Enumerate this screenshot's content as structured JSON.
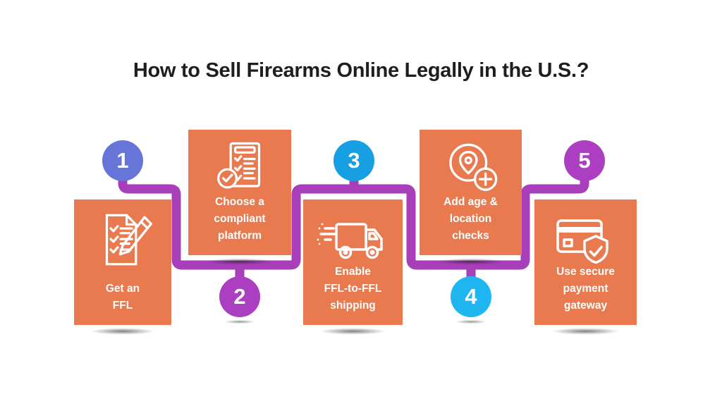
{
  "title": "How to Sell Firearms Online Legally in the U.S.?",
  "colors": {
    "card_background": "#E97A50",
    "connector": "#A83EBA",
    "title_text": "#1E1E1E",
    "card_text": "#FFFFFF",
    "step1_circle": "#6775D8",
    "step2_circle": "#AC3EC1",
    "step3_circle": "#169FE3",
    "step4_circle": "#1FB5F1",
    "step5_circle": "#AC3EC1"
  },
  "steps": [
    {
      "number": "1",
      "label": "Get an\nFFL",
      "icon": "checklist-pencil-icon",
      "circle_color": "#6775D8",
      "card_position": "bottom"
    },
    {
      "number": "2",
      "label": "Choose a\ncompliant\nplatform",
      "icon": "compliance-document-seal-icon",
      "circle_color": "#AC3EC1",
      "card_position": "top"
    },
    {
      "number": "3",
      "label": "Enable\nFFL-to-FFL\nshipping",
      "icon": "shipping-truck-icon",
      "circle_color": "#169FE3",
      "card_position": "bottom"
    },
    {
      "number": "4",
      "label": "Add age &\nlocation\nchecks",
      "icon": "location-pin-plus-icon",
      "circle_color": "#1FB5F1",
      "card_position": "top"
    },
    {
      "number": "5",
      "label": "Use secure\npayment\ngateway",
      "icon": "credit-card-shield-icon",
      "circle_color": "#AC3EC1",
      "card_position": "bottom"
    }
  ]
}
